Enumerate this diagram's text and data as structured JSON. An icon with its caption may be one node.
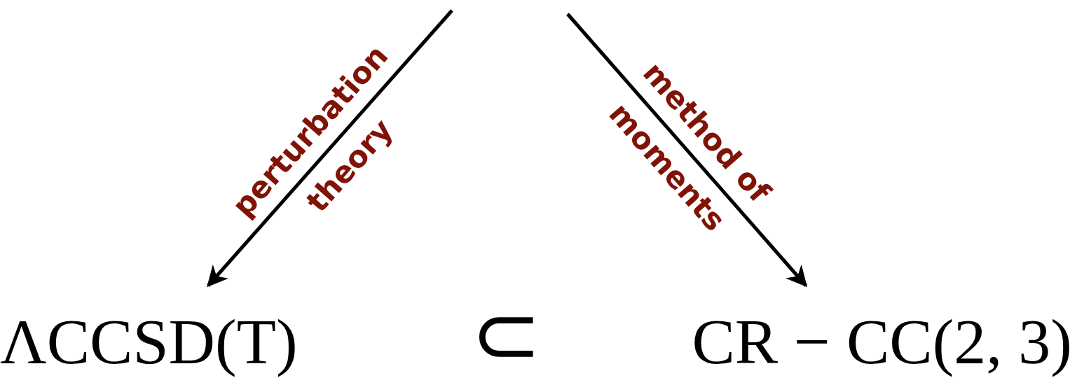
{
  "diagram": {
    "nodes": [
      {
        "text": [
          "ΛCCSD(T)"
        ]
      },
      {
        "text": [
          "CR − CC(2, 3)"
        ]
      }
    ],
    "edges": [
      {
        "from": null,
        "to": 0,
        "arrow": "to",
        "label": "perturbation theory"
      },
      {
        "from": null,
        "to": 1,
        "arrow": "to",
        "label": "method of moments"
      }
    ],
    "labels": [
      "⊂"
    ]
  }
}
